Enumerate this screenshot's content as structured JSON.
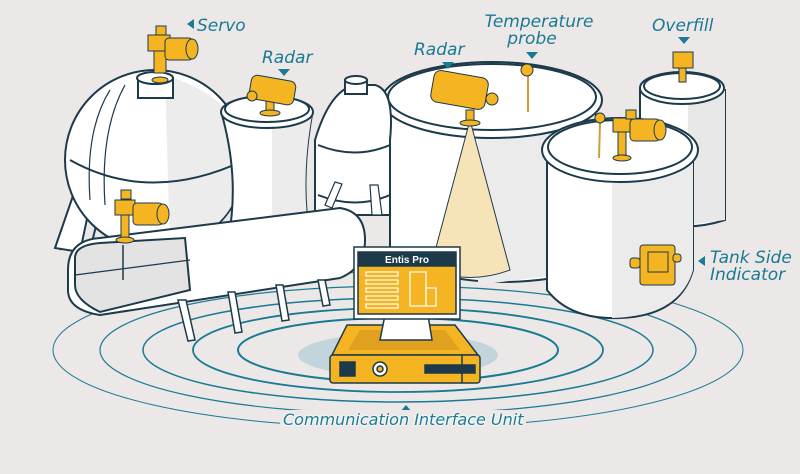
{
  "labels": {
    "servo_top": "Servo",
    "radar_left": "Radar",
    "radar_center": "Radar",
    "temperature_probe_line1": "Temperature",
    "temperature_probe_line2": "probe",
    "overfill": "Overfill",
    "tank_side_indicator_line1": "Tank Side",
    "tank_side_indicator_line2": "Indicator",
    "communication_interface_unit": "Communication Interface Unit"
  },
  "monitor": {
    "screen_title": "Entis Pro"
  },
  "colors": {
    "background": "#ebe8e7",
    "accent_yellow": "#f5b523",
    "outline_navy": "#1c3a4a",
    "label_teal": "#1a7a94",
    "tank_white": "#ffffff",
    "tank_shade": "#e6e6e6"
  }
}
